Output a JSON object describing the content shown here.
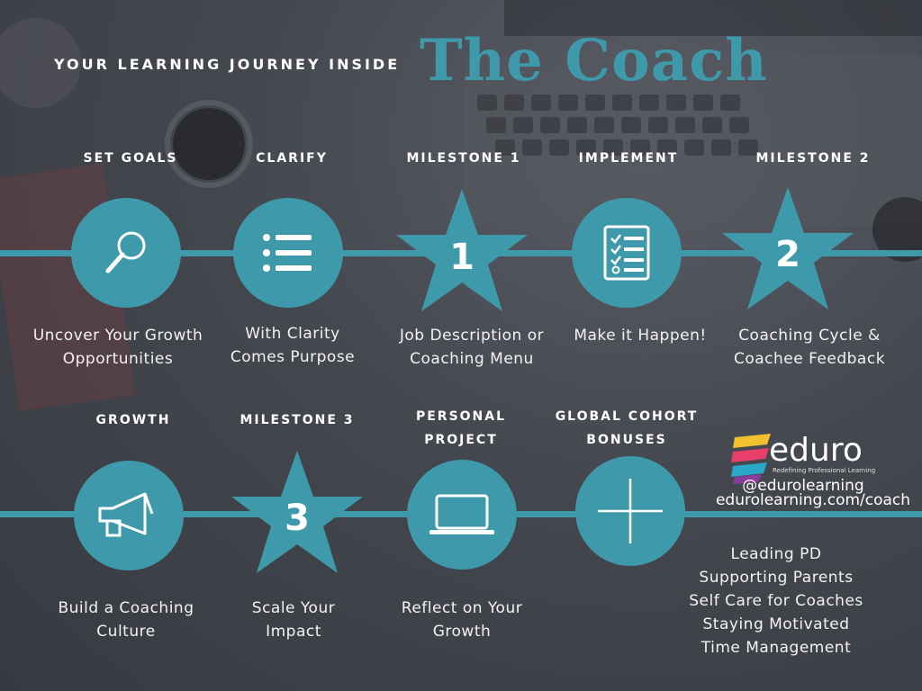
{
  "header": {
    "kicker": "YOUR LEARNING JOURNEY INSIDE",
    "title": "The Coach"
  },
  "colors": {
    "accent": "#3e9aab",
    "background": "#45474f",
    "text": "#ffffff"
  },
  "row1": [
    {
      "label": "SET GOALS",
      "icon": "magnifier-icon",
      "desc1": "Uncover Your Growth",
      "desc2": "Opportunities"
    },
    {
      "label": "CLARIFY",
      "icon": "list-icon",
      "desc1": "With Clarity",
      "desc2": "Comes Purpose"
    },
    {
      "label": "MILESTONE 1",
      "star_number": "1",
      "desc1": "Job Description or",
      "desc2": "Coaching Menu"
    },
    {
      "label": "IMPLEMENT",
      "icon": "checklist-icon",
      "desc1": "Make it Happen!",
      "desc2": ""
    },
    {
      "label": "MILESTONE 2",
      "star_number": "2",
      "desc1": "Coaching Cycle &",
      "desc2": "Coachee Feedback"
    }
  ],
  "row2": [
    {
      "label": "GROWTH",
      "icon": "megaphone-icon",
      "desc1": "Build a Coaching",
      "desc2": "Culture"
    },
    {
      "label": "MILESTONE 3",
      "star_number": "3",
      "desc1": "Scale Your",
      "desc2": "Impact"
    },
    {
      "label1": "PERSONAL",
      "label2": "PROJECT",
      "icon": "laptop-icon",
      "desc1": "Reflect on Your",
      "desc2": "Growth"
    },
    {
      "label1": "GLOBAL COHORT",
      "label2": "BONUSES",
      "icon": "plus-icon"
    }
  ],
  "bonuses": [
    "Leading PD",
    "Supporting Parents",
    "Self Care for Coaches",
    "Staying Motivated",
    "Time Management"
  ],
  "brand": {
    "name": "eduro",
    "tagline": "Redefining Professional Learning",
    "handle": "@edurolearning",
    "url": "edurolearning.com/coach"
  }
}
